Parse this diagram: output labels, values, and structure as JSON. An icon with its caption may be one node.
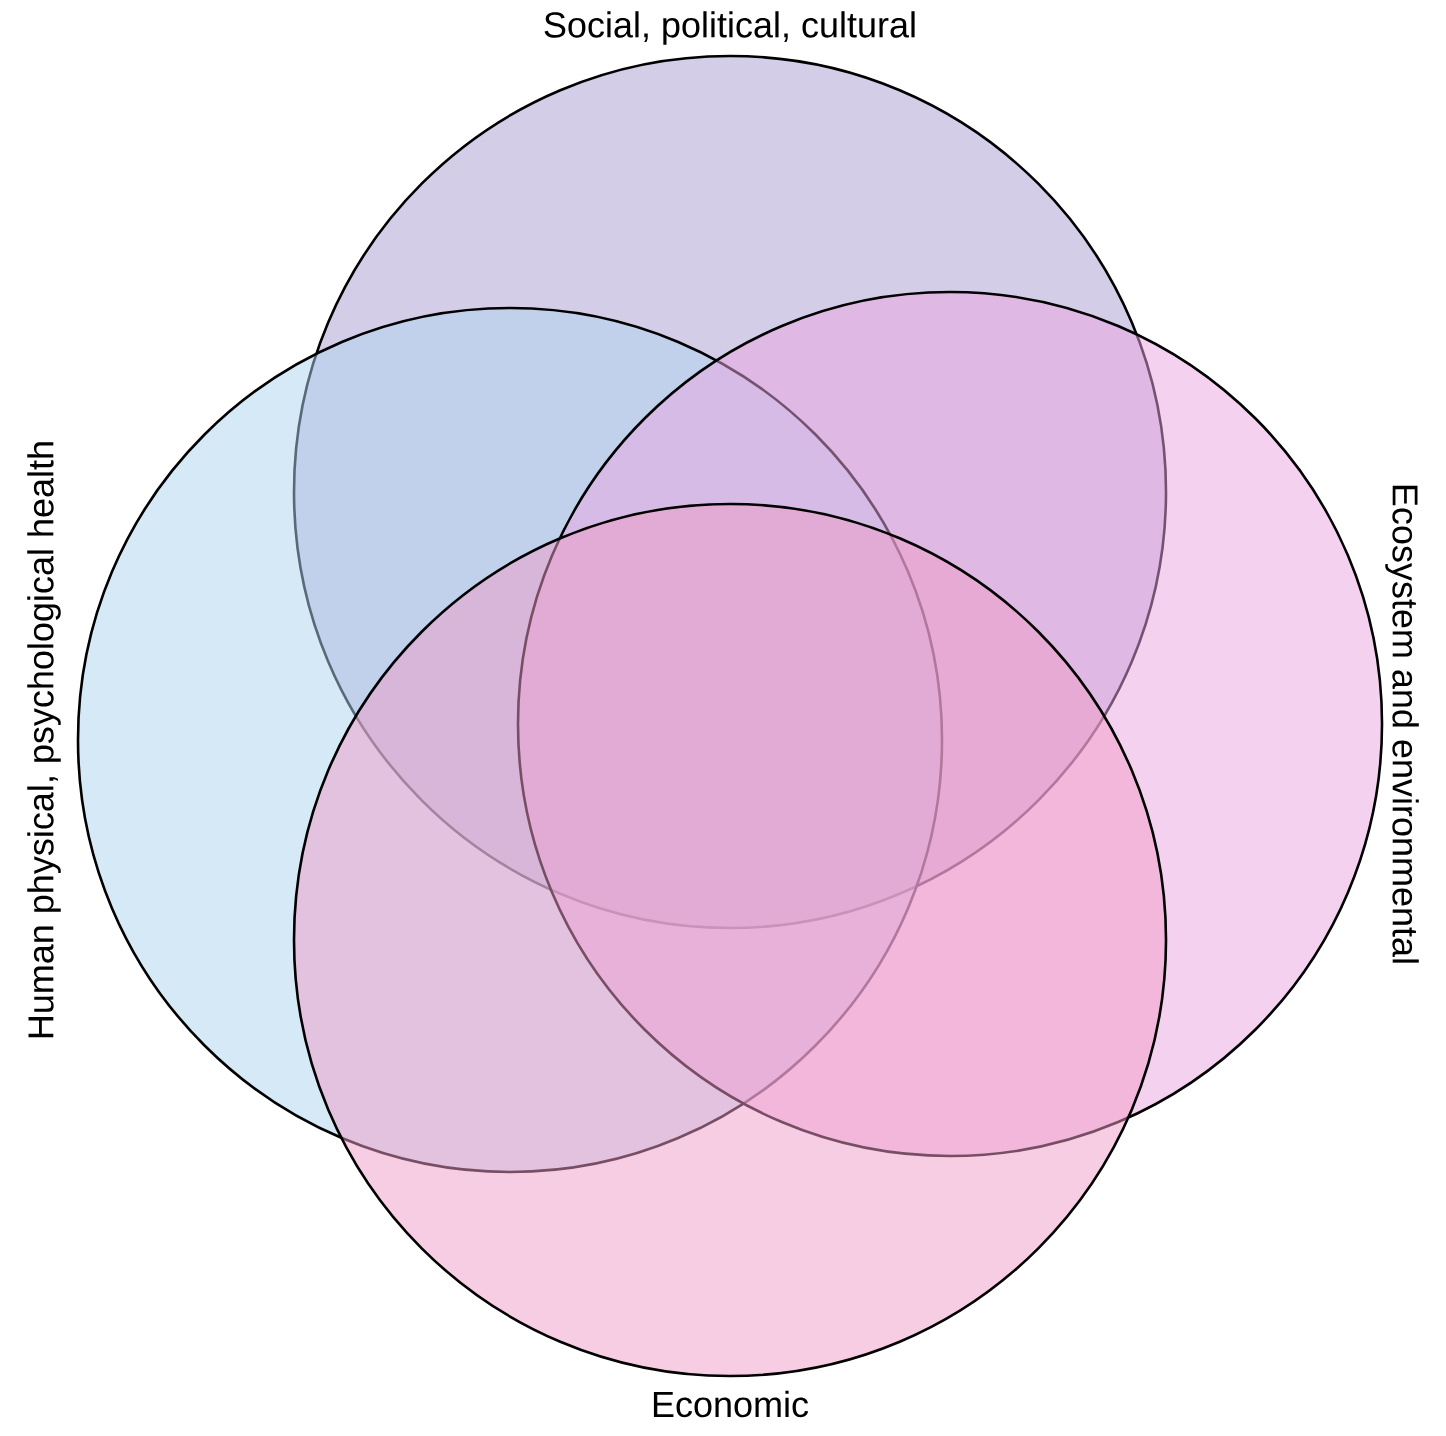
{
  "diagram": {
    "nodes": [
      {
        "text": [
          "Social, political, cultural"
        ]
      },
      {
        "text": [
          "Human physical, psychological health"
        ]
      },
      {
        "text": [
          "Ecosystem and environmental"
        ]
      },
      {
        "text": [
          "Economic"
        ]
      }
    ]
  }
}
